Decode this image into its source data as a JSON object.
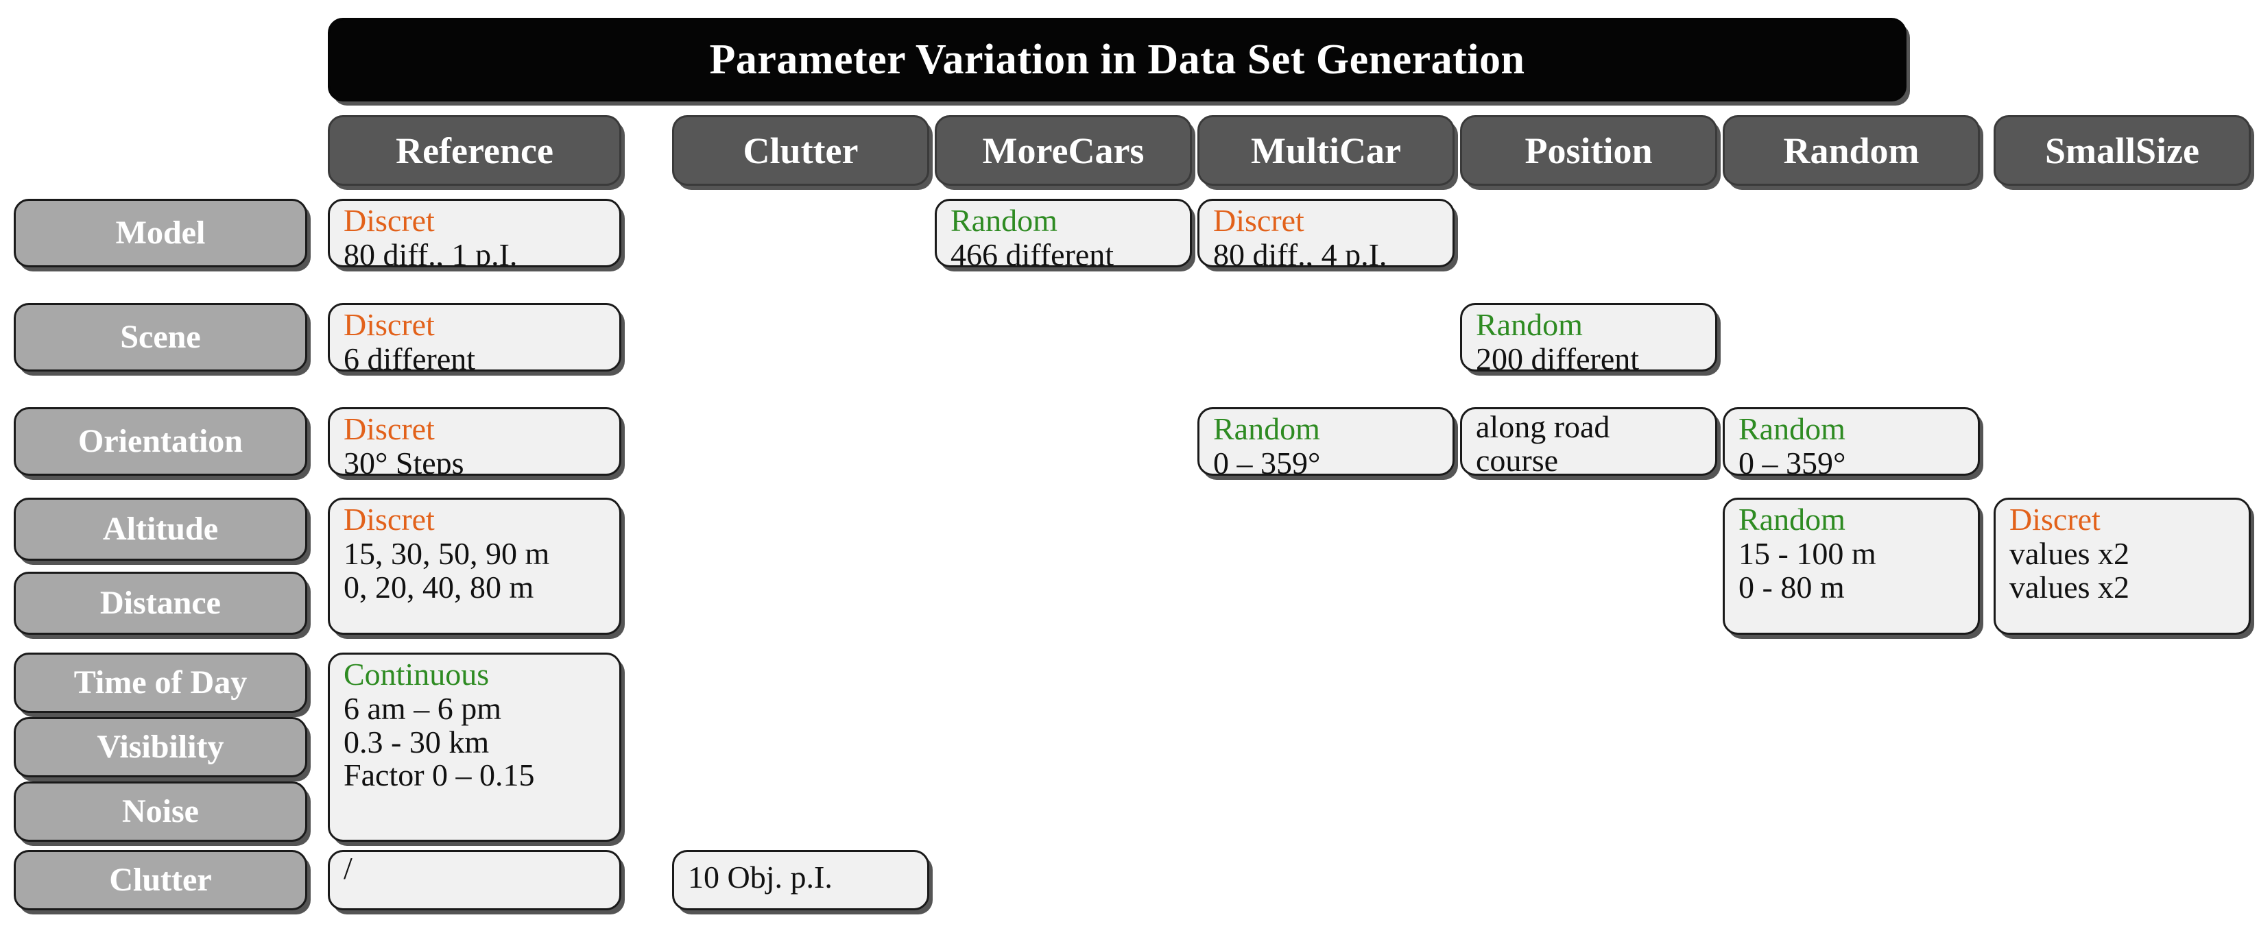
{
  "title": "Parameter Variation in Data Set Generation",
  "columns": [
    {
      "key": "reference",
      "label": "Reference"
    },
    {
      "key": "clutter",
      "label": "Clutter"
    },
    {
      "key": "morecars",
      "label": "MoreCars"
    },
    {
      "key": "multicar",
      "label": "MultiCar"
    },
    {
      "key": "position",
      "label": "Position"
    },
    {
      "key": "random",
      "label": "Random"
    },
    {
      "key": "smallsize",
      "label": "SmallSize"
    }
  ],
  "rows": [
    {
      "key": "model",
      "label": "Model"
    },
    {
      "key": "scene",
      "label": "Scene"
    },
    {
      "key": "orientation",
      "label": "Orientation"
    },
    {
      "key": "altitude",
      "label": "Altitude"
    },
    {
      "key": "distance",
      "label": "Distance"
    },
    {
      "key": "timeofday",
      "label": "Time of Day"
    },
    {
      "key": "visibility",
      "label": "Visibility"
    },
    {
      "key": "noise",
      "label": "Noise"
    },
    {
      "key": "clutter",
      "label": "Clutter"
    }
  ],
  "colors": {
    "discret": "#e2611a",
    "random": "#2e8b22",
    "continuous": "#2e8b22",
    "title_bg": "#050505",
    "header_bg": "#575757",
    "rowlabel_bg": "#a8a8a8",
    "cell_bg": "#f1f1f1",
    "border": "#1a1a1a"
  },
  "cells": {
    "ref_model": {
      "kind": "Discret",
      "kind_type": "discret",
      "lines": [
        "80 diff., 1 p.I."
      ]
    },
    "ref_scene": {
      "kind": "Discret",
      "kind_type": "discret",
      "lines": [
        "6 different"
      ]
    },
    "ref_orientation": {
      "kind": "Discret",
      "kind_type": "discret",
      "lines": [
        "30° Steps"
      ]
    },
    "ref_altdist": {
      "kind": "Discret",
      "kind_type": "discret",
      "lines": [
        "15, 30, 50, 90 m",
        "0, 20, 40, 80 m"
      ]
    },
    "ref_env": {
      "kind": "Continuous",
      "kind_type": "continuous",
      "lines": [
        "6 am – 6 pm",
        "0.3 - 30 km",
        "Factor 0 – 0.15"
      ]
    },
    "ref_clutter": {
      "kind": "",
      "kind_type": "",
      "lines": [
        "/"
      ]
    },
    "clu_clutter": {
      "kind": "",
      "kind_type": "",
      "lines": [
        "10 Obj. p.I."
      ]
    },
    "mc_model": {
      "kind": "Random",
      "kind_type": "random",
      "lines": [
        "466 different"
      ]
    },
    "mul_model": {
      "kind": "Discret",
      "kind_type": "discret",
      "lines": [
        "80 diff., 4 p.I."
      ]
    },
    "mul_orientation": {
      "kind": "Random",
      "kind_type": "random",
      "lines": [
        "0 – 359°"
      ]
    },
    "pos_scene": {
      "kind": "Random",
      "kind_type": "random",
      "lines": [
        "200 different"
      ]
    },
    "pos_orientation": {
      "kind": "",
      "kind_type": "",
      "lines": [
        "along road",
        "course"
      ]
    },
    "rnd_orientation": {
      "kind": "Random",
      "kind_type": "random",
      "lines": [
        "0 – 359°"
      ]
    },
    "rnd_altdist": {
      "kind": "Random",
      "kind_type": "random",
      "lines": [
        "15 - 100 m",
        "0 - 80 m"
      ]
    },
    "sml_altdist": {
      "kind": "Discret",
      "kind_type": "discret",
      "lines": [
        "values x2",
        "values x2"
      ]
    }
  }
}
